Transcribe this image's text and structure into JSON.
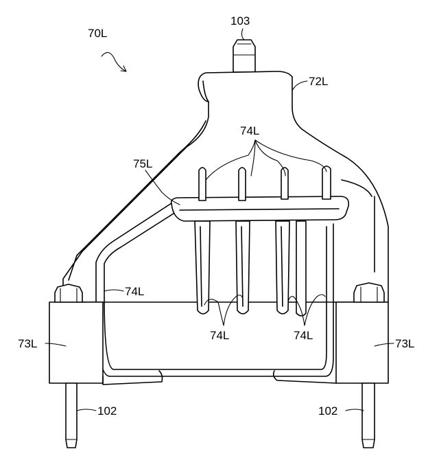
{
  "labels": {
    "assembly": "70L",
    "top_stud": "103",
    "upper_body": "72L",
    "ribs_top": "74L",
    "connecting_rib": "75L",
    "rib_left": "74L",
    "ribs_bottom_left": "74L",
    "ribs_bottom_right": "74L",
    "flange_left": "73L",
    "flange_right": "73L",
    "stud_left": "102",
    "stud_right": "102"
  }
}
